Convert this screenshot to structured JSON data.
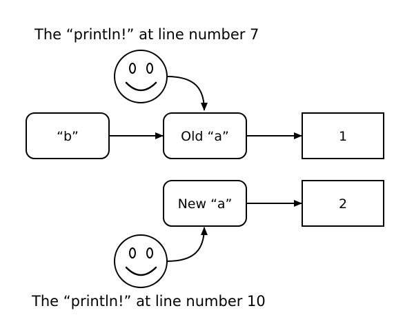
{
  "captions": {
    "top": "The “println!” at line number 7",
    "bottom": "The “println!” at line number 10"
  },
  "nodes": {
    "b": "“b”",
    "old_a": "Old “a”",
    "value_1": "1",
    "new_a": "New “a”",
    "value_2": "2"
  },
  "icons": {
    "top_face": "smiley-face-icon",
    "bottom_face": "smiley-face-icon"
  }
}
